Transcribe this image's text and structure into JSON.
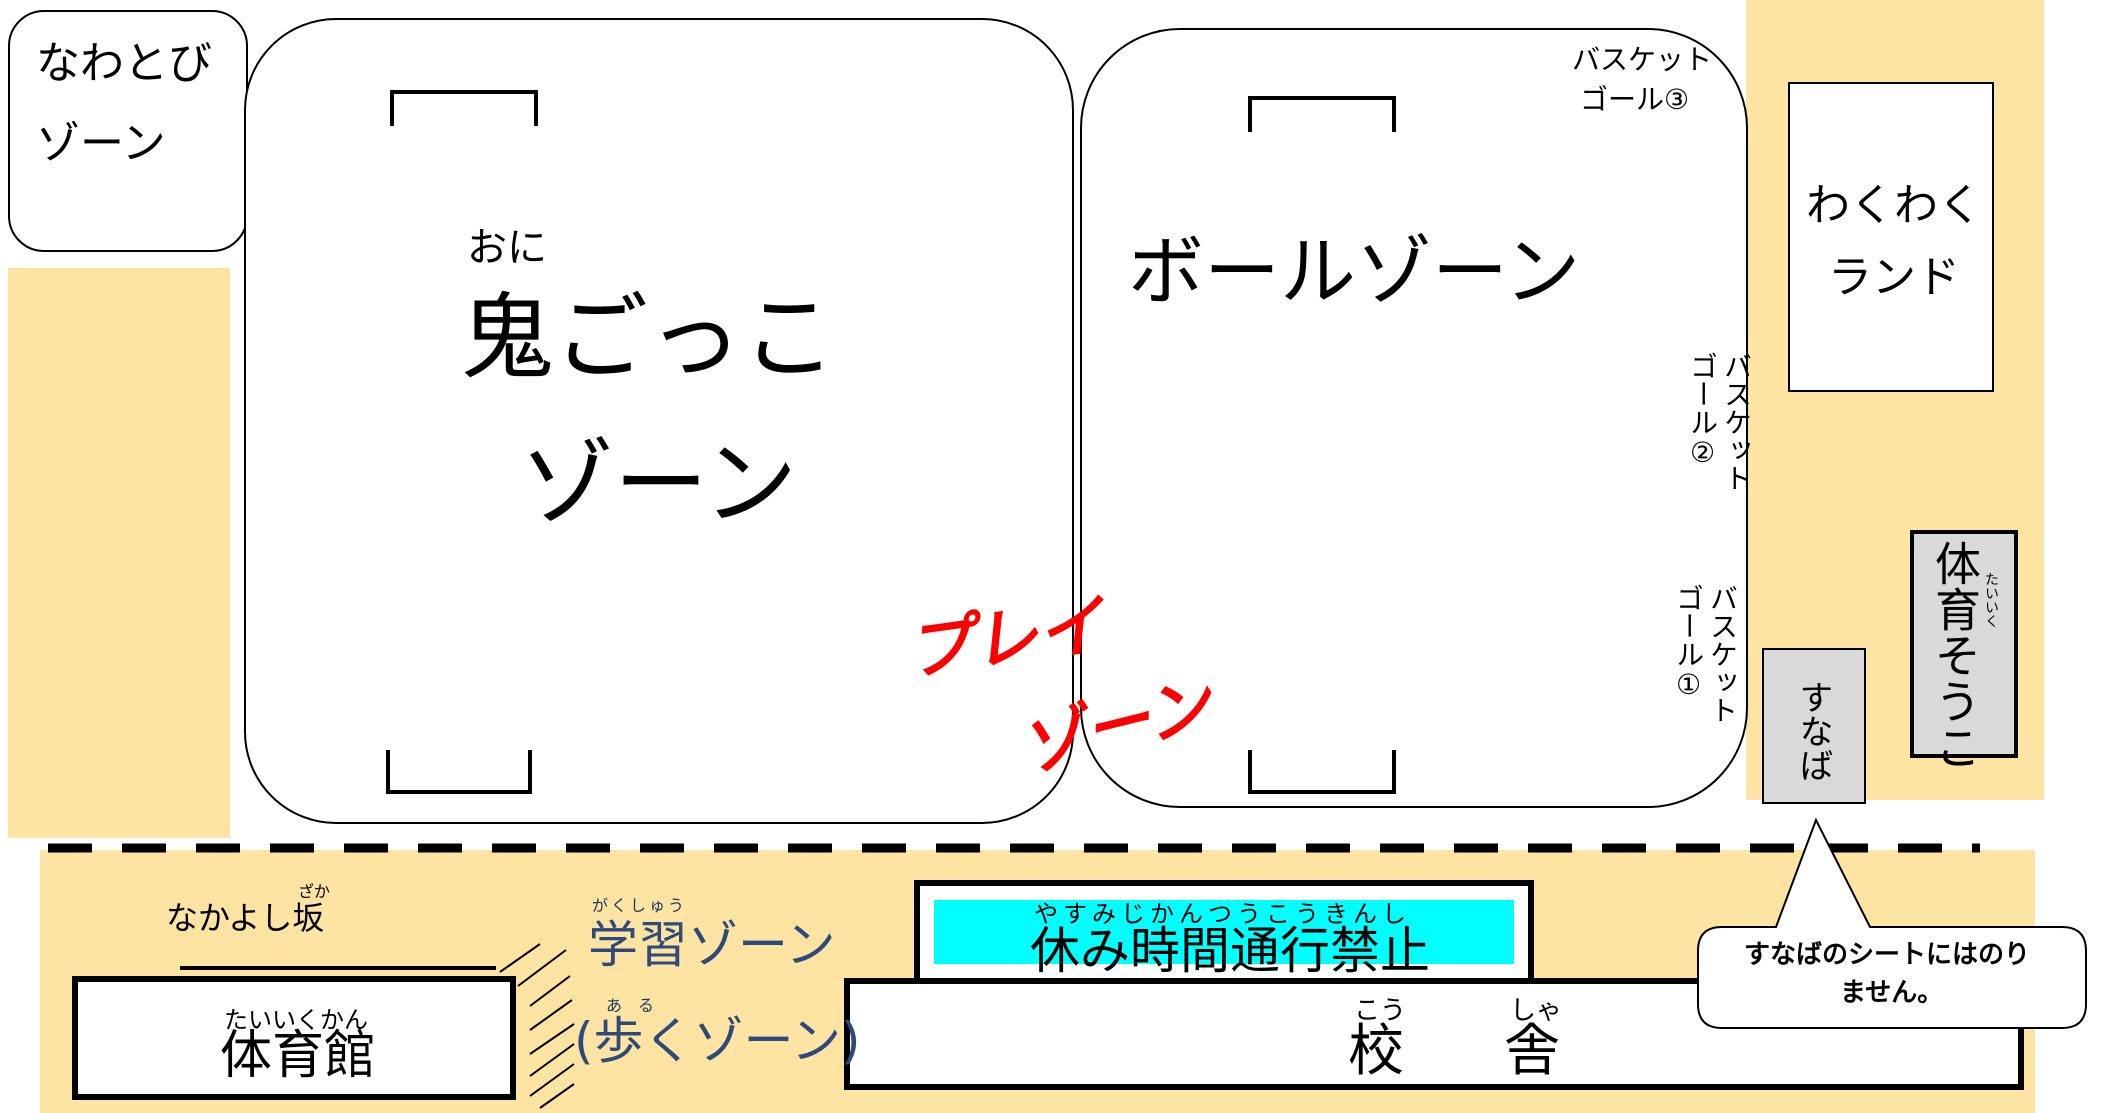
{
  "colors": {
    "sand": "#fde4a3",
    "no_pass": "#00ffff",
    "play_zone": "#ff0000",
    "sandbox": "#d9d9d9"
  },
  "zones": {
    "jump_rope": {
      "line1": "なわとび",
      "line2": "ゾーン"
    },
    "tag": {
      "ruby": "おに",
      "kanji": "鬼",
      "rest": "ごっこ",
      "line2": "ゾーン"
    },
    "ball": {
      "label": "ボールゾーン"
    },
    "wakuwaku": {
      "line1": "わくわく",
      "line2": "ランド"
    },
    "play": {
      "line1": "プレイ",
      "line2": "ゾーン"
    }
  },
  "goals": {
    "goal3": {
      "line1": "バスケット",
      "line2": "ゴール③"
    },
    "goal2": {
      "line1": "バスケット",
      "line2": "ゴール②"
    },
    "goal1": {
      "line1": "バスケット",
      "line2": "ゴール①"
    }
  },
  "storage": {
    "label": "体育そうこ",
    "ruby": "たいいく"
  },
  "sandbox": {
    "label": "すなば"
  },
  "callout": {
    "line1": "すなばのシートにはのり",
    "line2": "ません。"
  },
  "slope": {
    "label": "なかよし坂",
    "ruby": "ざか"
  },
  "study": {
    "ruby": "がくしゅう",
    "line1": "学習ゾーン",
    "line2": "(歩くゾーン)",
    "ruby2": "ある"
  },
  "gym": {
    "ruby": "たいいくかん",
    "label": "体育館"
  },
  "no_pass": {
    "ruby": "やすみじかんつうこうきんし",
    "label": "休み時間通行禁止"
  },
  "school": {
    "ruby1": "こう",
    "ruby2": "しゃ",
    "char1": "校",
    "char2": "舎"
  }
}
